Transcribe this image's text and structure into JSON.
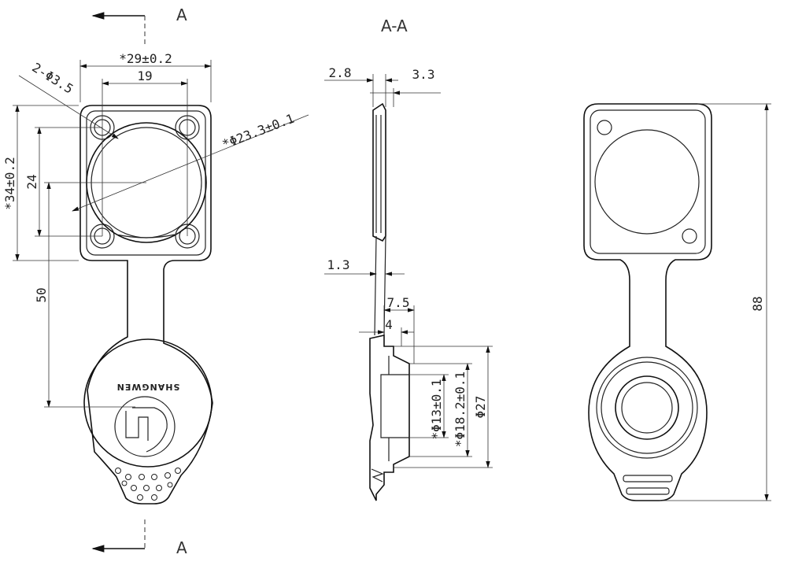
{
  "section_marks": {
    "top_label": "A",
    "bottom_label": "A",
    "section_title": "A-A"
  },
  "brand": {
    "logo_text": "SHANGWEN"
  },
  "front_view": {
    "overall_width": "*29±0.2",
    "hole_spacing_x": "19",
    "hole_callout": "2-Φ3.5",
    "opening_diameter": "*Φ23.3±0.1",
    "overall_height": "*34±0.2",
    "hole_spacing_y": "24",
    "tether_length": "50"
  },
  "section_view": {
    "flange_thickness": "2.8",
    "total_thickness": "3.3",
    "strap_thickness": "1.3",
    "plug_depth": "7.5",
    "plug_step": "4",
    "inner_diameter": "*Φ13±0.1",
    "middle_diameter": "*Φ18.2±0.1",
    "outer_diameter": "Φ27"
  },
  "rear_view": {
    "overall_length": "88"
  }
}
